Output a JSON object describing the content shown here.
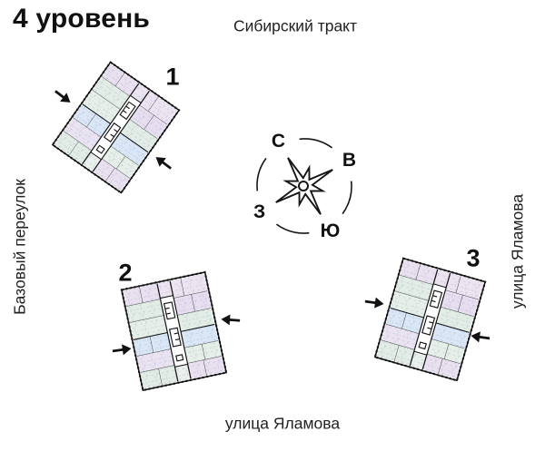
{
  "page": {
    "title": "4 уровень"
  },
  "streets": {
    "top": "Сибирский тракт",
    "left": "Базовый переулок",
    "right": "улица Яламова",
    "bottom": "улица Яламова"
  },
  "compass": {
    "north": "С",
    "east": "В",
    "south": "Ю",
    "west": "З"
  },
  "buildings": [
    {
      "number": "1"
    },
    {
      "number": "2"
    },
    {
      "number": "3"
    }
  ],
  "colors": {
    "ink": "#161616",
    "room_lavender": "#e9e1f0",
    "room_pink_lavender": "#ece4f1",
    "room_mint": "#e2ede6",
    "room_blue": "#d9e7f6",
    "background": "#ffffff"
  }
}
